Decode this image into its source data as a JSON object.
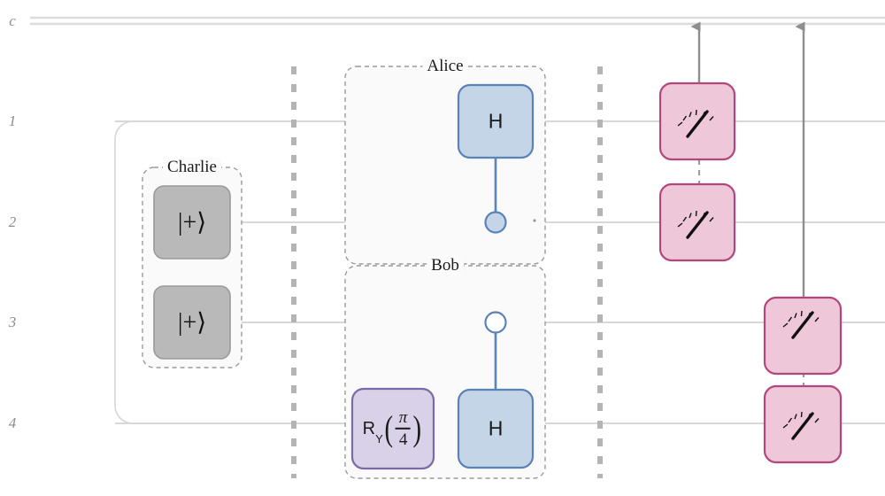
{
  "circuit": {
    "title": "quantum-circuit-diagram",
    "classical_register_label": "c",
    "wire_labels": [
      "1",
      "2",
      "3",
      "4"
    ],
    "groups": [
      {
        "name": "Charlie",
        "label": "Charlie"
      },
      {
        "name": "Alice",
        "label": "Alice"
      },
      {
        "name": "Bob",
        "label": "Bob"
      }
    ],
    "gates": [
      {
        "id": "prep-w2",
        "label": "|+⟩",
        "kind": "state-prep",
        "wire": 2,
        "group": "Charlie"
      },
      {
        "id": "prep-w3",
        "label": "|+⟩",
        "kind": "state-prep",
        "wire": 3,
        "group": "Charlie"
      },
      {
        "id": "h-alice",
        "label": "H",
        "kind": "hadamard",
        "wire": 1,
        "group": "Alice",
        "control": {
          "wire": 2,
          "type": "filled"
        }
      },
      {
        "id": "ry-bob",
        "label": "R_Y(pi/4)",
        "kind": "rotation-y",
        "wire": 4,
        "group": "Bob",
        "symbol": "R",
        "subscript": "Y",
        "numerator": "π",
        "denominator": "4"
      },
      {
        "id": "h-bob",
        "label": "H",
        "kind": "hadamard",
        "wire": 4,
        "group": "Bob",
        "control": {
          "wire": 3,
          "type": "open"
        }
      },
      {
        "id": "measure-w1",
        "label": "measure",
        "kind": "measurement",
        "wire": 1
      },
      {
        "id": "measure-w2",
        "label": "measure",
        "kind": "measurement",
        "wire": 2
      },
      {
        "id": "measure-w3",
        "label": "measure",
        "kind": "measurement",
        "wire": 3
      },
      {
        "id": "measure-w4",
        "label": "measure",
        "kind": "measurement",
        "wire": 4
      }
    ],
    "barriers": 2,
    "colors": {
      "wire": "#cfcfcf",
      "classical_wire": "#dcdcdc",
      "barrier": "#b0b0b0",
      "prep_fill": "#b9b9b9",
      "prep_stroke": "#9a9a9a",
      "h_fill": "#c4d5e8",
      "h_stroke": "#5a83b7",
      "ry_fill": "#d9d1e7",
      "ry_stroke": "#7b6aa6",
      "measure_fill": "#eec7d9",
      "measure_stroke": "#b4467e",
      "group_fill": "#fafafa",
      "group_stroke": "#9a9a9a",
      "arrow": "#8e8e8e",
      "label": "#8c8c8c"
    }
  }
}
